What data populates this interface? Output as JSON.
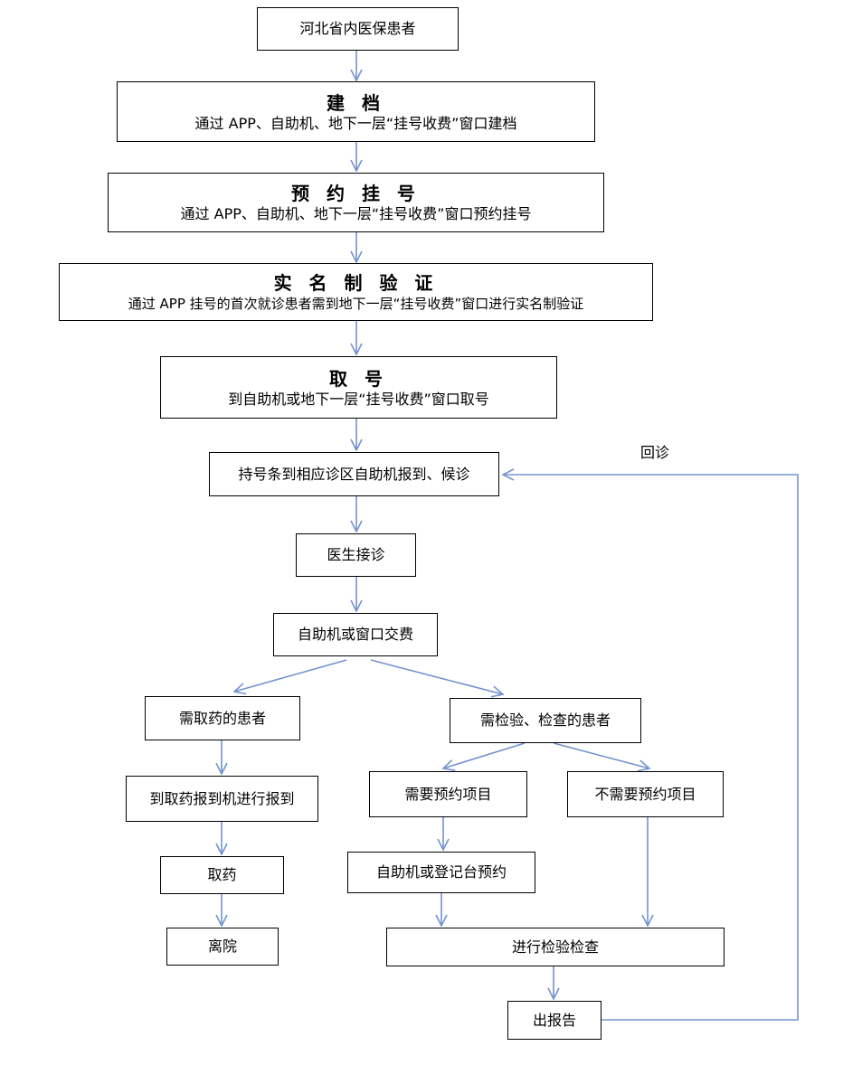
{
  "colors": {
    "arrow": "#7393cf",
    "box_border": "#000000",
    "text": "#000000",
    "background": "#ffffff"
  },
  "nodes": {
    "start": {
      "text": "河北省内医保患者"
    },
    "register": {
      "title": "建 档",
      "subtitle": "通过 APP、自助机、地下一层“挂号收费”窗口建档"
    },
    "appointment": {
      "title": "预 约 挂 号",
      "subtitle": "通过 APP、自助机、地下一层“挂号收费”窗口预约挂号"
    },
    "verify": {
      "title": "实 名 制 验 证",
      "subtitle": "通过 APP 挂号的首次就诊患者需到地下一层“挂号收费”窗口进行实名制验证"
    },
    "take_number": {
      "title": "取 号",
      "subtitle": "到自助机或地下一层“挂号收费”窗口取号"
    },
    "checkin": {
      "text": "持号条到相应诊区自助机报到、候诊"
    },
    "doctor": {
      "text": "医生接诊"
    },
    "payment": {
      "text": "自助机或窗口交费"
    },
    "need_medicine": {
      "text": "需取药的患者"
    },
    "need_exam": {
      "text": "需检验、检查的患者"
    },
    "pharmacy_checkin": {
      "text": "到取药报到机进行报到"
    },
    "get_medicine": {
      "text": "取药"
    },
    "leave": {
      "text": "离院"
    },
    "need_appointment": {
      "text": "需要预约项目"
    },
    "no_appointment": {
      "text": "不需要预约项目"
    },
    "exam_booking": {
      "text": "自助机或登记台预约"
    },
    "do_exam": {
      "text": "进行检验检查"
    },
    "report": {
      "text": "出报告"
    }
  },
  "return_label": "回诊"
}
